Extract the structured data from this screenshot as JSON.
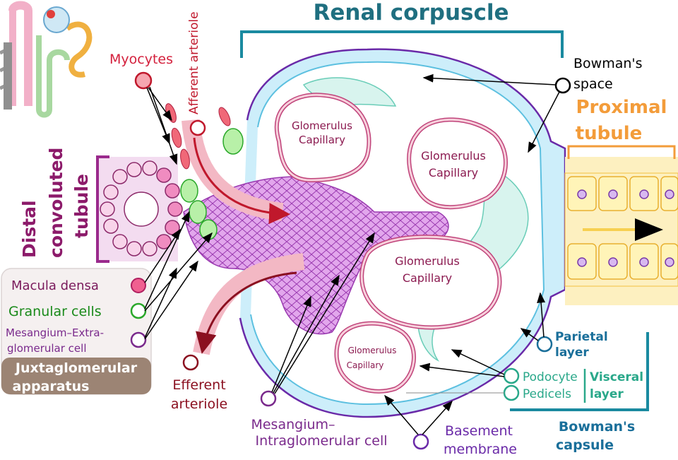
{
  "title": "Renal corpuscle",
  "colors": {
    "title": "#1f6f80",
    "myocyte": "#d4213d",
    "afferent": "#c0182c",
    "efferent": "#8b1020",
    "dct": "#8c1a6a",
    "macula": "#7a1a5c",
    "granular": "#1a8a1a",
    "mesangium": "#7a2a8c",
    "basement": "#6a2aa8",
    "bowman": "#1a6f9a",
    "proximal": "#f39c3a",
    "visceral": "#2aa88a",
    "juxta_bg": "#9c8474"
  },
  "labels": {
    "myocytes": "Myocytes",
    "afferent": "Afferent arteriole",
    "bowmans_space_1": "Bowman's",
    "bowmans_space_2": "space",
    "proximal_1": "Proximal",
    "proximal_2": "tubule",
    "glom1_1": "Glomerulus",
    "glom1_2": "Capillary",
    "glom2_1": "Glomerulus",
    "glom2_2": "Capillary",
    "glom3_1": "Glomerulus",
    "glom3_2": "Capillary",
    "glom4_1": "Glomerulus",
    "glom4_2": "Capillary",
    "dct_1": "Distal",
    "dct_2": "convoluted",
    "dct_3": "tubule",
    "macula": "Macula densa",
    "granular": "Granular cells",
    "extraglom_1": "Mesangium–Extra-",
    "extraglom_2": "glomerular cell",
    "juxta_1": "Juxtaglomerular",
    "juxta_2": "apparatus",
    "efferent_1": "Efferent",
    "efferent_2": "arteriole",
    "intraglom_1": "Mesangium–",
    "intraglom_2": "Intraglomerular cell",
    "basement_1": "Basement",
    "basement_2": "membrane",
    "parietal_1": "Parietal",
    "parietal_2": "layer",
    "podocyte": "Podocyte",
    "pedicels": "Pedicels",
    "visceral_1": "Visceral",
    "visceral_2": "layer",
    "capsule_1": "Bowman's",
    "capsule_2": "capsule"
  }
}
